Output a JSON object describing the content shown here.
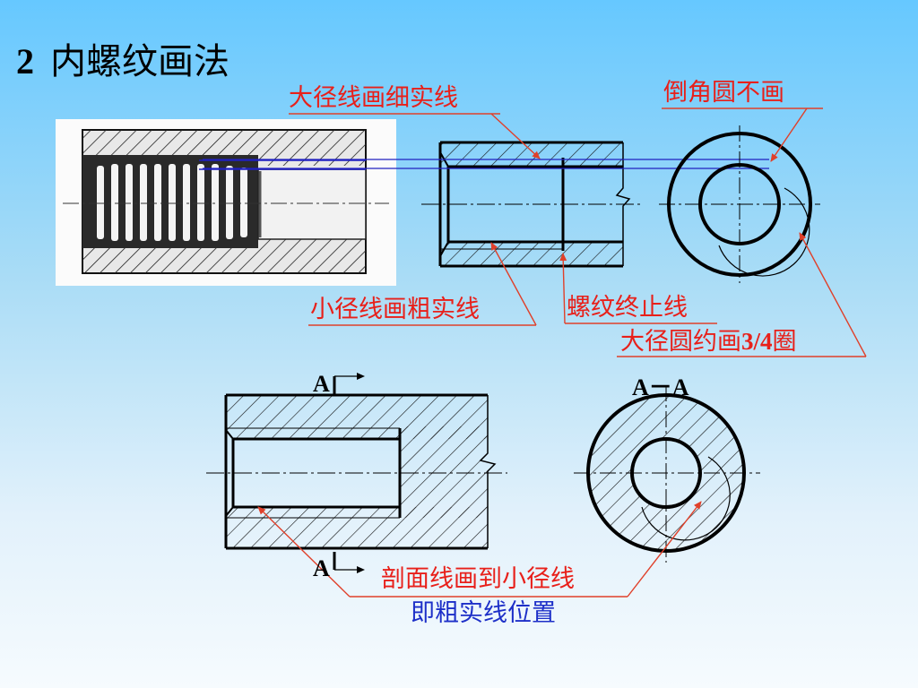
{
  "slide": {
    "number": "2",
    "title": "内螺纹画法"
  },
  "annotations": {
    "major_diameter_line": "大径线画细实线",
    "chamfer_circle": "倒角圆不画",
    "minor_diameter_line": "小径线画粗实线",
    "thread_end_line": "螺纹终止线",
    "major_circle_prefix": "大径圆约画",
    "major_circle_fraction": "3/4",
    "major_circle_suffix": "圈",
    "section_line_rule": "剖面线画到小径线",
    "section_line_rule_2": "即粗实线位置"
  },
  "section_marks": {
    "top": "A",
    "bottom": "A",
    "view_title": "A－A"
  },
  "colors": {
    "annotation_red": "#e8201a",
    "annotation_blue": "#1d2fc8",
    "leader_line": "#e0402a",
    "projection_line": "#2020c0"
  }
}
